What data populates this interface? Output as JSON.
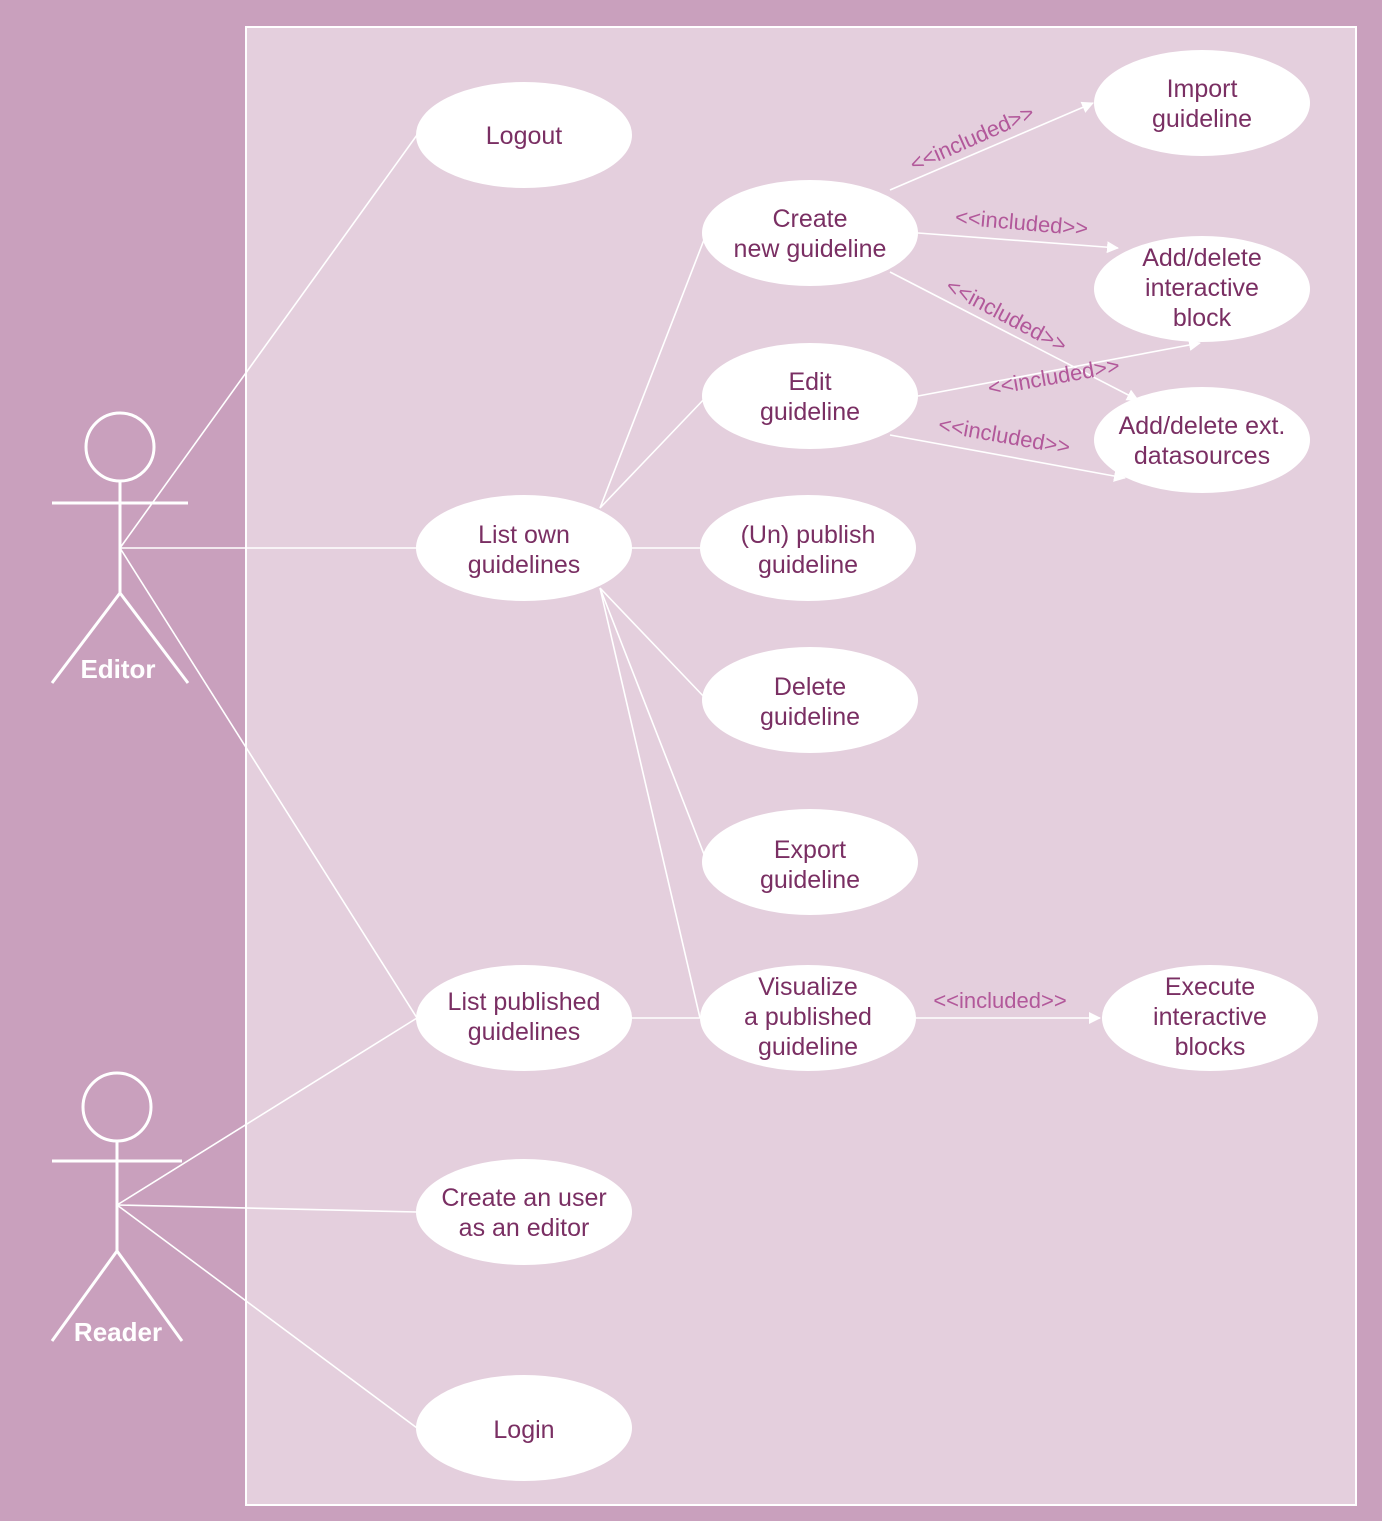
{
  "actors": {
    "editor": {
      "label": "Editor"
    },
    "reader": {
      "label": "Reader"
    }
  },
  "use_cases": {
    "logout": [
      "Logout"
    ],
    "list_own": [
      "List own",
      "guidelines"
    ],
    "list_published": [
      "List published",
      "guidelines"
    ],
    "create_user": [
      "Create an user",
      "as an editor"
    ],
    "login": [
      "Login"
    ],
    "create_new": [
      "Create",
      "new guideline"
    ],
    "edit": [
      "Edit",
      "guideline"
    ],
    "publish": [
      "(Un) publish",
      "guideline"
    ],
    "delete": [
      "Delete",
      "guideline"
    ],
    "export": [
      "Export",
      "guideline"
    ],
    "visualize": [
      "Visualize",
      "a published",
      "guideline"
    ],
    "import": [
      "Import",
      "guideline"
    ],
    "add_block": [
      "Add/delete",
      "interactive",
      "block"
    ],
    "add_ext": [
      "Add/delete ext.",
      "datasources"
    ],
    "execute": [
      "Execute",
      "interactive",
      "blocks"
    ]
  },
  "include_label": "<<included>>",
  "colors": {
    "outer_background": "#c9a0bd",
    "system_background": "#e4cfdd",
    "use_case_text": "#7a2f63",
    "include_text": "#b2589a",
    "lines": "#ffffff"
  }
}
